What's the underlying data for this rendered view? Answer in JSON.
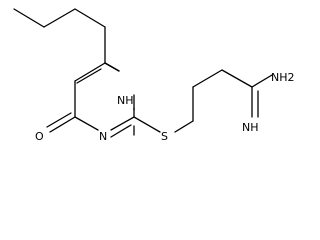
{
  "molecule": {
    "atom_labels": {
      "ring_nitrogen_h": "NH",
      "ring_nitrogen": "N",
      "carbonyl_oxygen": "O",
      "sulfur": "S",
      "amine": "NH2",
      "imine": "NH"
    }
  },
  "colors": {
    "bond": "#000000",
    "label": "#000000",
    "background": "#ffffff"
  }
}
